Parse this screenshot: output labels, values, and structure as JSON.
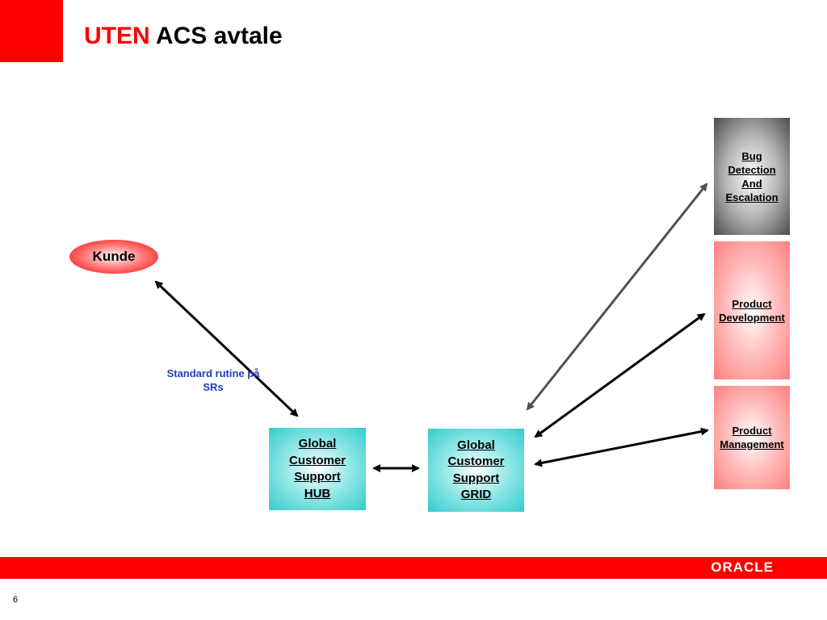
{
  "slide": {
    "title_accent": "UTEN",
    "title_rest": "ACS avtale",
    "page_number": "6"
  },
  "nodes": {
    "kunde": "Kunde",
    "hub": [
      "Global",
      "Customer",
      "Support",
      "HUB"
    ],
    "grid": [
      "Global",
      "Customer",
      "Support",
      "GRID"
    ],
    "bug": [
      "Bug",
      "Detection",
      "And",
      "Escalation"
    ],
    "product_development": [
      "Product",
      "Development"
    ],
    "product_management": [
      "Product",
      "Management"
    ]
  },
  "annotation": [
    "Standard rutine på",
    "SRs"
  ],
  "footer": {
    "logo": "ORACLE"
  },
  "colors": {
    "brand_red": "#ff0000",
    "teal": "#33cccc",
    "pink": "#ff7f7f",
    "gray": "#4a4a4a",
    "note_blue": "#1f3fbf"
  }
}
